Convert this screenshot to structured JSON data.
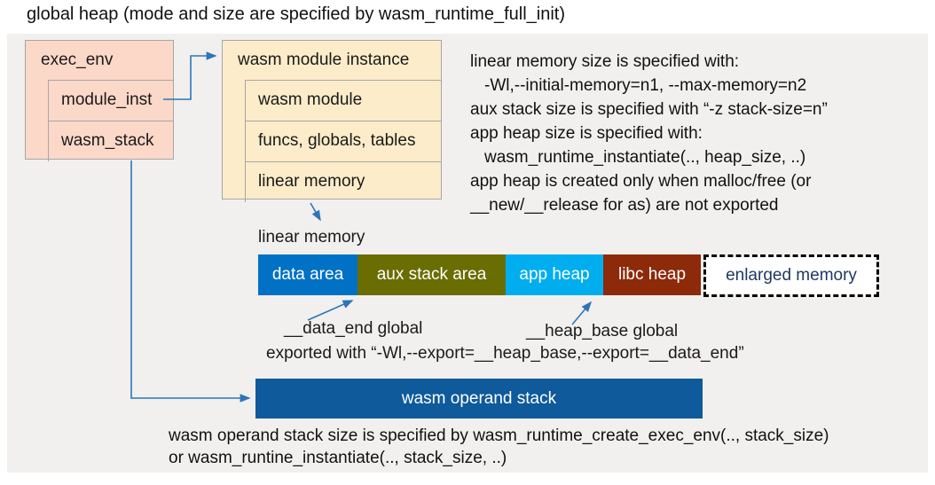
{
  "title": "global heap (mode and size are specified by wasm_runtime_full_init)",
  "exec_env_box": {
    "header": "exec_env",
    "rows": [
      "module_inst",
      "wasm_stack"
    ]
  },
  "module_instance_box": {
    "header": "wasm module instance",
    "rows": [
      "wasm module",
      "funcs, globals, tables",
      "linear memory"
    ]
  },
  "notes_right": {
    "lines": [
      "linear memory size is specified with:",
      "-Wl,--initial-memory=n1, --max-memory=n2",
      "aux stack size is specified with “-z stack-size=n”",
      "app heap size is specified with:",
      "wasm_runtime_instantiate(.., heap_size, ..)",
      "app heap is created only when malloc/free (or",
      "__new/__release for as) are not exported"
    ]
  },
  "linear_memory": {
    "label": "linear memory",
    "segments": [
      {
        "label": "data area",
        "color": "#0071c5"
      },
      {
        "label": "aux stack area",
        "color": "#6a6d01"
      },
      {
        "label": "app heap",
        "color": "#00aeef"
      },
      {
        "label": "libc heap",
        "color": "#8d2a0a"
      }
    ],
    "enlarged_label": "enlarged memory",
    "enlarged_text_color": "#1f3864"
  },
  "annotations": {
    "data_end_label": "__data_end global",
    "heap_base_label": "__heap_base global",
    "export_line": "exported with “-Wl,--export=__heap_base,--export=__data_end”"
  },
  "operand_stack": {
    "label": "wasm operand stack",
    "color": "#0e5a9b"
  },
  "bottom_note": {
    "line1": "wasm operand stack size is specified by wasm_runtime_create_exec_env(.., stack_size)",
    "line2": "or wasm_runtine_instantiate(.., stack_size, ..)"
  },
  "colors": {
    "panel_bg": "#f1f0ee",
    "exec_box_fill": "#fcd8c9",
    "instance_box_fill": "#fcecc9",
    "box_border": "#a6a6a6",
    "arrow_blue": "#2e75b6",
    "title_text": "#111111"
  }
}
